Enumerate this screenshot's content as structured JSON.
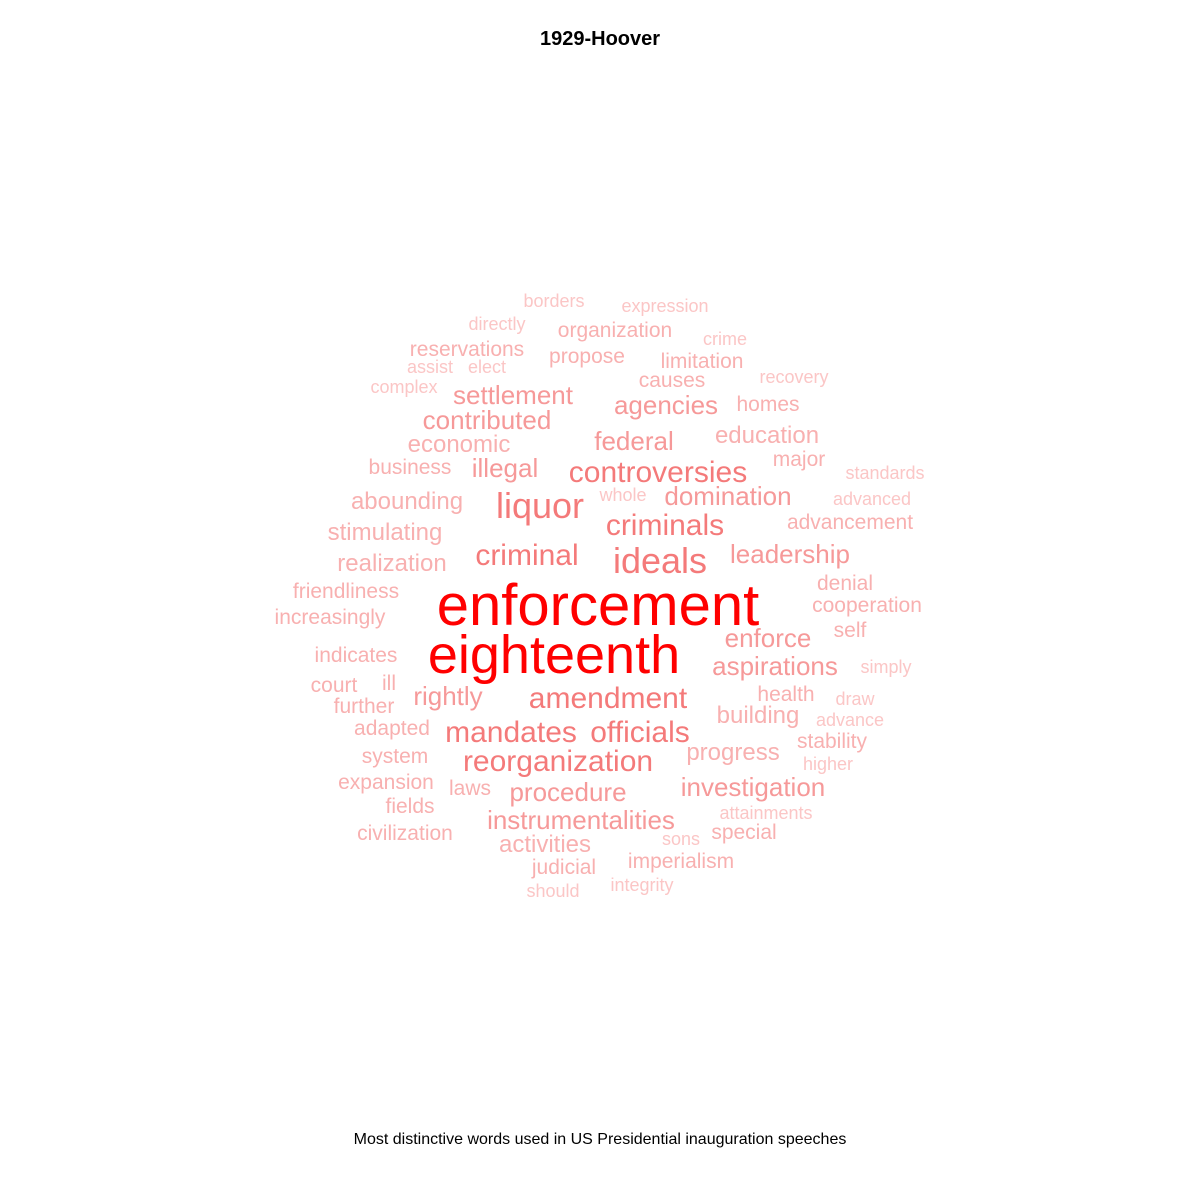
{
  "chart": {
    "title": "1929-Hoover",
    "caption": "Most distinctive words used in US Presidential inauguration speeches"
  },
  "colors": {
    "tier1": "#ff0000",
    "tier2": "#f47a7a",
    "tier3": "#f69999",
    "tier4": "#f8b0b0",
    "tier5": "#fbc6c6"
  },
  "chart_data": {
    "type": "wordcloud",
    "words": [
      {
        "text": "enforcement",
        "weight": 10
      },
      {
        "text": "eighteenth",
        "weight": 10
      },
      {
        "text": "ideals",
        "weight": 6
      },
      {
        "text": "liquor",
        "weight": 6
      },
      {
        "text": "criminals",
        "weight": 5
      },
      {
        "text": "controversies",
        "weight": 5
      },
      {
        "text": "criminal",
        "weight": 5
      },
      {
        "text": "amendment",
        "weight": 5
      },
      {
        "text": "officials",
        "weight": 5
      },
      {
        "text": "reorganization",
        "weight": 5
      },
      {
        "text": "mandates",
        "weight": 5
      },
      {
        "text": "agencies",
        "weight": 4
      },
      {
        "text": "federal",
        "weight": 4
      },
      {
        "text": "settlement",
        "weight": 4
      },
      {
        "text": "contributed",
        "weight": 4
      },
      {
        "text": "illegal",
        "weight": 4
      },
      {
        "text": "domination",
        "weight": 4
      },
      {
        "text": "leadership",
        "weight": 4
      },
      {
        "text": "aspirations",
        "weight": 4
      },
      {
        "text": "rightly",
        "weight": 4
      },
      {
        "text": "procedure",
        "weight": 4
      },
      {
        "text": "investigation",
        "weight": 4
      },
      {
        "text": "enforce",
        "weight": 4
      },
      {
        "text": "instrumentalities",
        "weight": 4
      },
      {
        "text": "abounding",
        "weight": 3
      },
      {
        "text": "stimulating",
        "weight": 3
      },
      {
        "text": "realization",
        "weight": 3
      },
      {
        "text": "economic",
        "weight": 3
      },
      {
        "text": "education",
        "weight": 3
      },
      {
        "text": "building",
        "weight": 3
      },
      {
        "text": "progress",
        "weight": 3
      },
      {
        "text": "activities",
        "weight": 3
      },
      {
        "text": "organization",
        "weight": 2
      },
      {
        "text": "propose",
        "weight": 2
      },
      {
        "text": "limitation",
        "weight": 2
      },
      {
        "text": "causes",
        "weight": 2
      },
      {
        "text": "reservations",
        "weight": 2
      },
      {
        "text": "homes",
        "weight": 2
      },
      {
        "text": "business",
        "weight": 2
      },
      {
        "text": "major",
        "weight": 2
      },
      {
        "text": "advancement",
        "weight": 2
      },
      {
        "text": "friendliness",
        "weight": 2
      },
      {
        "text": "increasingly",
        "weight": 2
      },
      {
        "text": "denial",
        "weight": 2
      },
      {
        "text": "cooperation",
        "weight": 2
      },
      {
        "text": "indicates",
        "weight": 2
      },
      {
        "text": "self",
        "weight": 2
      },
      {
        "text": "court",
        "weight": 2
      },
      {
        "text": "ill",
        "weight": 2
      },
      {
        "text": "further",
        "weight": 2
      },
      {
        "text": "adapted",
        "weight": 2
      },
      {
        "text": "system",
        "weight": 2
      },
      {
        "text": "health",
        "weight": 2
      },
      {
        "text": "expansion",
        "weight": 2
      },
      {
        "text": "laws",
        "weight": 2
      },
      {
        "text": "judicial",
        "weight": 2
      },
      {
        "text": "imperialism",
        "weight": 2
      },
      {
        "text": "special",
        "weight": 2
      },
      {
        "text": "stability",
        "weight": 2
      },
      {
        "text": "fields",
        "weight": 2
      },
      {
        "text": "civilization",
        "weight": 2
      },
      {
        "text": "borders",
        "weight": 1
      },
      {
        "text": "expression",
        "weight": 1
      },
      {
        "text": "directly",
        "weight": 1
      },
      {
        "text": "crime",
        "weight": 1
      },
      {
        "text": "assist",
        "weight": 1
      },
      {
        "text": "elect",
        "weight": 1
      },
      {
        "text": "complex",
        "weight": 1
      },
      {
        "text": "recovery",
        "weight": 1
      },
      {
        "text": "standards",
        "weight": 1
      },
      {
        "text": "whole",
        "weight": 1
      },
      {
        "text": "advanced",
        "weight": 1
      },
      {
        "text": "simply",
        "weight": 1
      },
      {
        "text": "draw",
        "weight": 1
      },
      {
        "text": "advance",
        "weight": 1
      },
      {
        "text": "higher",
        "weight": 1
      },
      {
        "text": "attainments",
        "weight": 1
      },
      {
        "text": "sons",
        "weight": 1
      },
      {
        "text": "integrity",
        "weight": 1
      },
      {
        "text": "should",
        "weight": 1
      }
    ]
  }
}
